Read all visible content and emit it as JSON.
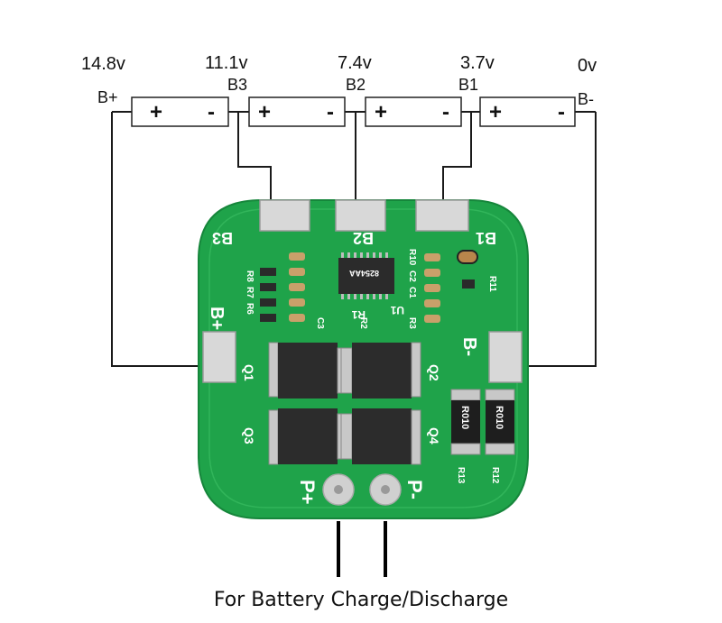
{
  "cells": [
    {
      "plus": "+",
      "minus": "-"
    },
    {
      "plus": "+",
      "minus": "-"
    },
    {
      "plus": "+",
      "minus": "-"
    },
    {
      "plus": "+",
      "minus": "-"
    }
  ],
  "nodes": [
    {
      "name": "B+",
      "voltage": "14.8v"
    },
    {
      "name": "B3",
      "voltage": "11.1v"
    },
    {
      "name": "B2",
      "voltage": "7.4v"
    },
    {
      "name": "B1",
      "voltage": "3.7v"
    },
    {
      "name": "B-",
      "voltage": "0v"
    }
  ],
  "board": {
    "color": "#1fa34a",
    "pad_labels": {
      "b3": "B3",
      "b2": "B2",
      "b1": "B1",
      "b_plus": "B+",
      "b_minus": "B-",
      "p_plus": "P+",
      "p_minus": "P-"
    },
    "resistors": {
      "r13": "R13",
      "r12": "R12",
      "shunt_a": "R010",
      "shunt_b": "R010",
      "r11": "R11"
    },
    "mosfets": {
      "q1": "Q1",
      "q2": "Q2",
      "q3": "Q3",
      "q4": "Q4"
    },
    "ic": {
      "u1": "U1",
      "marking": "8254AA"
    },
    "silk_misc": {
      "r1": "R1",
      "r2": "R2",
      "r3": "R3",
      "c1": "C1",
      "c2": "C2",
      "c3": "C3",
      "r10": "R10",
      "r8": "R8",
      "r7": "R7",
      "r6": "R6"
    }
  },
  "caption": "For Battery Charge/Discharge"
}
